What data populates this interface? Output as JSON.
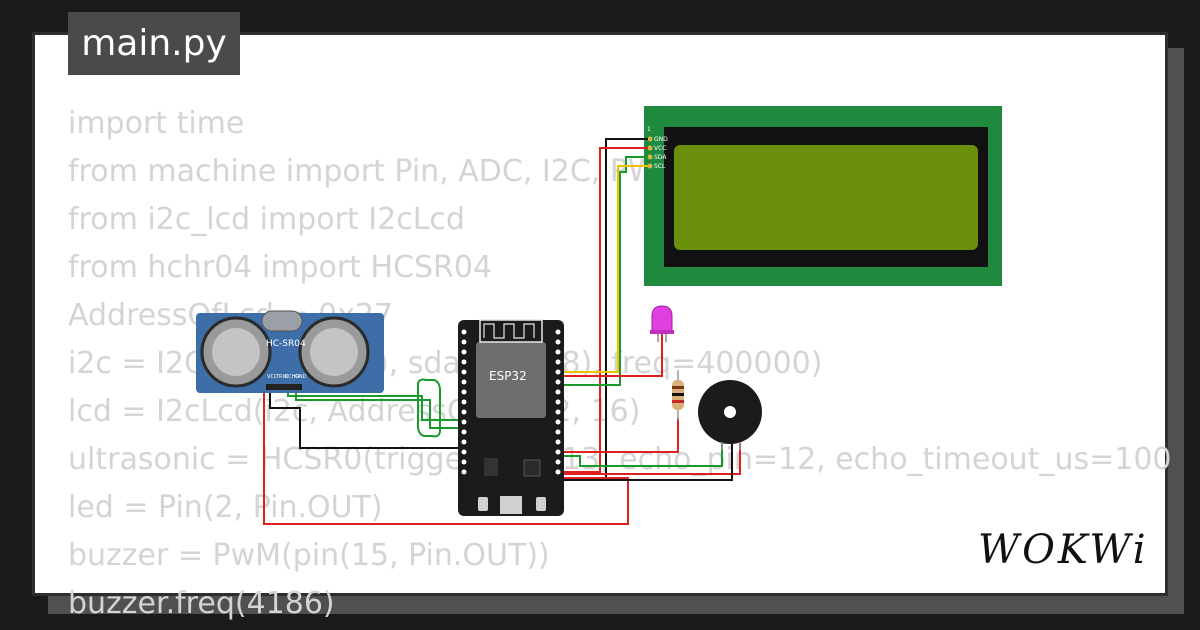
{
  "file_tab": {
    "name": "main.py"
  },
  "code_lines": [
    "import time",
    "from machine import Pin, ADC, I2C, PWM",
    "from i2c_lcd import I2cLcd",
    "from hchr04 import HCSR04",
    "AddressOfLcd = 0x27",
    "i2c = I2C(scl=Pin(19), sda=Pin(18), freq=400000)",
    "lcd = I2cLcd(i2c, AddressOfLcd, 2, 16)",
    "ultrasonic = HCSR0(trigger_pin=13, echo_pin=12, echo_timeout_us=100",
    "led = Pin(2, Pin.OUT)",
    "buzzer = PwM(pin(15, Pin.OUT))",
    "buzzer.freq(4186)"
  ],
  "components": {
    "ultrasonic": {
      "label": "HC-SR04",
      "pins": [
        "VCC",
        "TRIG",
        "ECHO",
        "GND"
      ]
    },
    "esp32": {
      "label": "ESP32"
    },
    "lcd": {
      "pins": [
        "GND",
        "VCC",
        "SDA",
        "SCL"
      ],
      "pin_marker": "1"
    }
  },
  "colors": {
    "wire_red": "#e02020",
    "wire_black": "#111111",
    "wire_green": "#1a9a2a",
    "wire_yellow": "#f2c200",
    "lcd_pcb": "#1f8a3e",
    "lcd_screen": "#6b8e0b",
    "sensor_board": "#3d6ea8",
    "led": "#e040e0"
  },
  "brand": {
    "logo": "WOKWi"
  }
}
